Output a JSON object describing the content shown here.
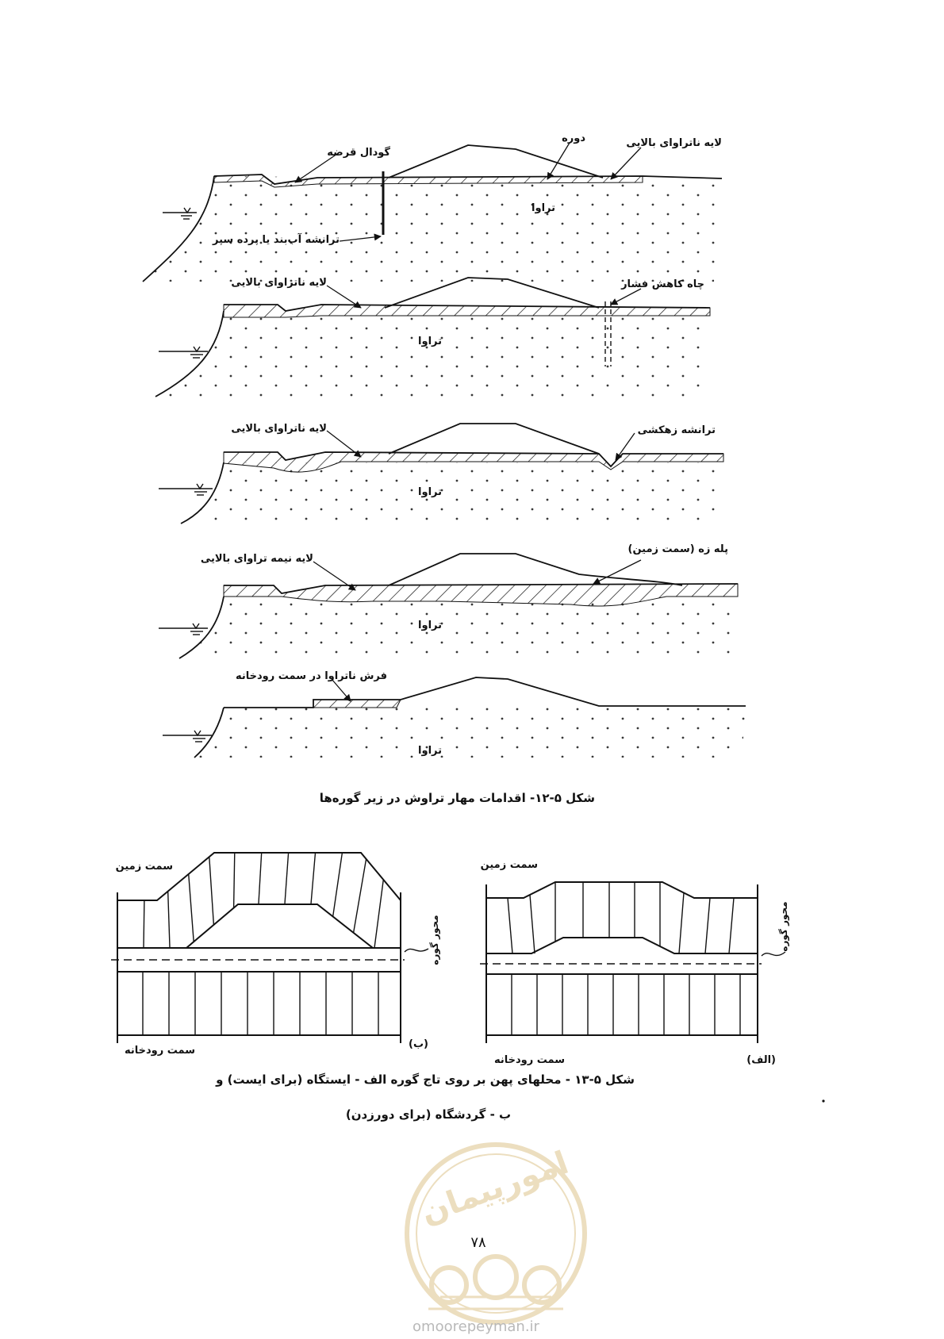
{
  "figure1": {
    "sections": [
      {
        "labels": {
          "borrow_pit": "گودال قرضه",
          "levee": "دوره",
          "upper_layer": "لایه ناتراوای بالایی",
          "pervious": "تراوا",
          "cutoff": "ترانشه آب‌بند یا پرده سپر"
        }
      },
      {
        "labels": {
          "upper_layer": "لایه ناتراوای بالایی",
          "relief_well": "چاه کاهش فشار",
          "pervious": "تراوا"
        }
      },
      {
        "labels": {
          "upper_layer": "لایه ناتراوای بالایی",
          "drain_trench": "ترانشه زهکشی",
          "pervious": "تراوا"
        }
      },
      {
        "labels": {
          "semi_layer": "لایه نیمه تراوای بالایی",
          "berm": "پله زه (سمت زمین)",
          "pervious": "تراوا"
        }
      },
      {
        "labels": {
          "blanket": "فرش ناتراوا در سمت رودخانه",
          "pervious": "تراوا"
        }
      }
    ],
    "caption": "شکل ۵-۱۲- اقدامات مهار تراوش در زیر گوره‌ها"
  },
  "figure2": {
    "left": {
      "land_side": "سمت زمین",
      "river_side": "سمت رودخانه",
      "axis": "محور گوره",
      "tag": "(ب)"
    },
    "right": {
      "land_side": "سمت زمین",
      "river_side": "سمت رودخانه",
      "axis": "محور گوره",
      "tag": "(الف)"
    },
    "caption_line1": "شکل ۵-۱۳ - محلهای پهن بر روی تاج گوره الف - ایستگاه (برای ایست) و",
    "caption_line2": "ب - گردشگاه (برای دورزدن)"
  },
  "page_number": "۷۸",
  "watermark": {
    "logo_text": "امورپیمان",
    "site": "omoorepeyman.ir"
  }
}
